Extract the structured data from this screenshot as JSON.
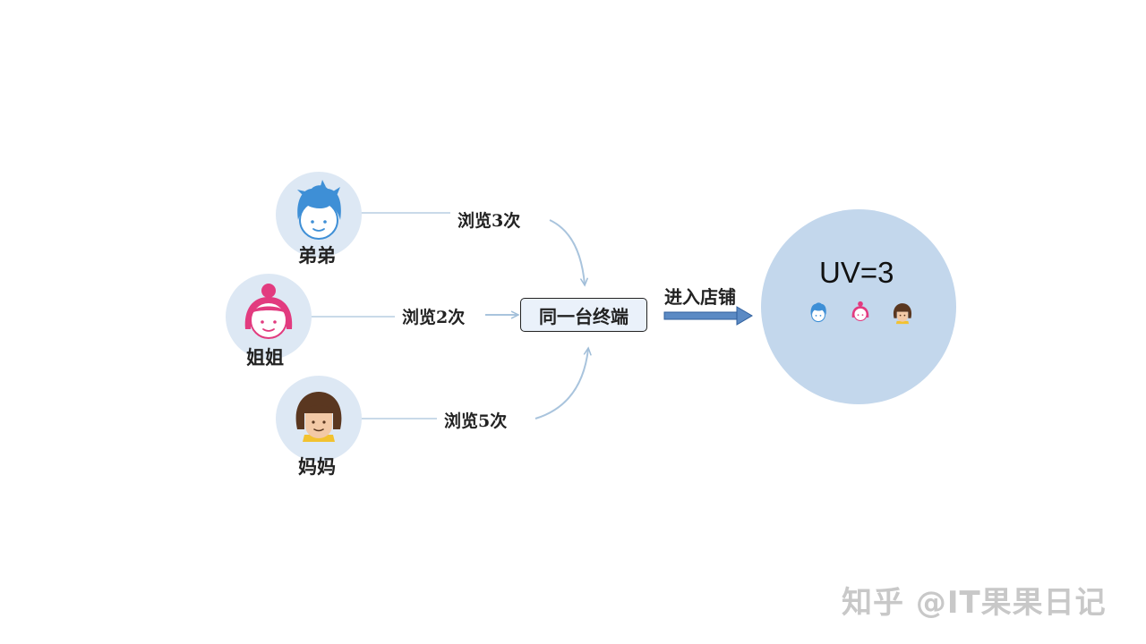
{
  "people": [
    {
      "label": "弟弟",
      "edge_label": "浏览3次",
      "face": "boy-face-icon"
    },
    {
      "label": "姐姐",
      "edge_label": "浏览2次",
      "face": "girl-face-icon"
    },
    {
      "label": "妈妈",
      "edge_label": "浏览5次",
      "face": "mom-face-icon"
    }
  ],
  "terminal": {
    "label": "同一台终端"
  },
  "arrow_label": "进入店铺",
  "result": {
    "label": "UV=3"
  },
  "watermark": "知乎 @IT果果日记",
  "colors": {
    "boy": "#3e8fd6",
    "girl": "#e23b7f",
    "mom_hair": "#5a3720",
    "mom_shirt": "#f2c230",
    "avatar_bg": "#dde8f4",
    "result_bg": "#c3d7ec",
    "connector": "#b9cfe3",
    "arrow": "#4f7fbd"
  }
}
